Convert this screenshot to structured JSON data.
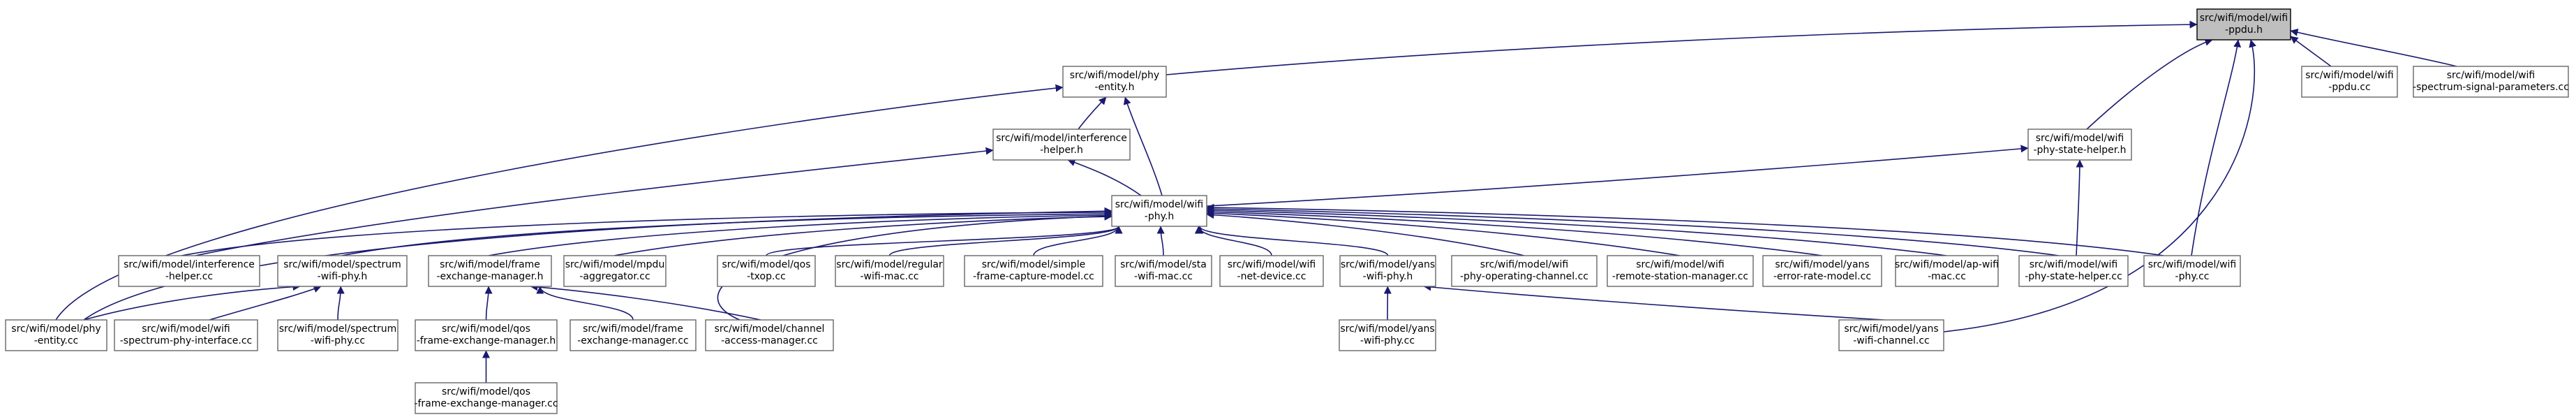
{
  "nodes": {
    "ppdu_h": [
      "src/wifi/model/wifi",
      "-ppdu.h"
    ],
    "phy_entity_h": [
      "src/wifi/model/phy",
      "-entity.h"
    ],
    "ppdu_cc": [
      "src/wifi/model/wifi",
      "-ppdu.cc"
    ],
    "spectrum_signal_params_cc": [
      "src/wifi/model/wifi",
      "-spectrum-signal-parameters.cc"
    ],
    "interference_helper_h": [
      "src/wifi/model/interference",
      "-helper.h"
    ],
    "phy_state_helper_h": [
      "src/wifi/model/wifi",
      "-phy-state-helper.h"
    ],
    "wifi_phy_h": [
      "src/wifi/model/wifi",
      "-phy.h"
    ],
    "interference_helper_cc": [
      "src/wifi/model/interference",
      "-helper.cc"
    ],
    "spectrum_wifi_phy_h": [
      "src/wifi/model/spectrum",
      "-wifi-phy.h"
    ],
    "frame_exchange_manager_h": [
      "src/wifi/model/frame",
      "-exchange-manager.h"
    ],
    "mpdu_aggregator_cc": [
      "src/wifi/model/mpdu",
      "-aggregator.cc"
    ],
    "qos_txop_cc": [
      "src/wifi/model/qos",
      "-txop.cc"
    ],
    "regular_wifi_mac_cc": [
      "src/wifi/model/regular",
      "-wifi-mac.cc"
    ],
    "simple_frame_capture_cc": [
      "src/wifi/model/simple",
      "-frame-capture-model.cc"
    ],
    "sta_wifi_mac_cc": [
      "src/wifi/model/sta",
      "-wifi-mac.cc"
    ],
    "wifi_net_device_cc": [
      "src/wifi/model/wifi",
      "-net-device.cc"
    ],
    "yans_wifi_phy_h": [
      "src/wifi/model/yans",
      "-wifi-phy.h"
    ],
    "phy_operating_channel_cc": [
      "src/wifi/model/wifi",
      "-phy-operating-channel.cc"
    ],
    "remote_station_manager_cc": [
      "src/wifi/model/wifi",
      "-remote-station-manager.cc"
    ],
    "yans_error_rate_cc": [
      "src/wifi/model/yans",
      "-error-rate-model.cc"
    ],
    "ap_wifi_mac_cc": [
      "src/wifi/model/ap-wifi",
      "-mac.cc"
    ],
    "phy_state_helper_cc": [
      "src/wifi/model/wifi",
      "-phy-state-helper.cc"
    ],
    "wifi_phy_cc": [
      "src/wifi/model/wifi",
      "-phy.cc"
    ],
    "phy_entity_cc": [
      "src/wifi/model/phy",
      "-entity.cc"
    ],
    "spectrum_phy_interface_cc": [
      "src/wifi/model/wifi",
      "-spectrum-phy-interface.cc"
    ],
    "spectrum_wifi_phy_cc": [
      "src/wifi/model/spectrum",
      "-wifi-phy.cc"
    ],
    "qos_frame_exchange_manager_h": [
      "src/wifi/model/qos",
      "-frame-exchange-manager.h"
    ],
    "frame_exchange_manager_cc": [
      "src/wifi/model/frame",
      "-exchange-manager.cc"
    ],
    "channel_access_manager_cc": [
      "src/wifi/model/channel",
      "-access-manager.cc"
    ],
    "yans_wifi_channel_cc": [
      "src/wifi/model/yans",
      "-wifi-channel.cc"
    ],
    "yans_wifi_phy_cc": [
      "src/wifi/model/yans",
      "-wifi-phy.cc"
    ],
    "qos_frame_exchange_manager_cc": [
      "src/wifi/model/qos",
      "-frame-exchange-manager.cc"
    ]
  },
  "edges": [
    [
      "phy_entity_h",
      "ppdu_h"
    ],
    [
      "ppdu_cc",
      "ppdu_h"
    ],
    [
      "spectrum_signal_params_cc",
      "ppdu_h"
    ],
    [
      "phy_state_helper_h",
      "ppdu_h"
    ],
    [
      "wifi_phy_cc",
      "ppdu_h"
    ],
    [
      "yans_wifi_channel_cc",
      "ppdu_h"
    ],
    [
      "interference_helper_h",
      "phy_entity_h"
    ],
    [
      "wifi_phy_h",
      "phy_entity_h"
    ],
    [
      "phy_entity_cc",
      "phy_entity_h"
    ],
    [
      "wifi_phy_h",
      "interference_helper_h"
    ],
    [
      "interference_helper_cc",
      "interference_helper_h"
    ],
    [
      "wifi_phy_h",
      "phy_state_helper_h"
    ],
    [
      "phy_state_helper_cc",
      "phy_state_helper_h"
    ],
    [
      "interference_helper_cc",
      "wifi_phy_h"
    ],
    [
      "spectrum_wifi_phy_h",
      "wifi_phy_h"
    ],
    [
      "frame_exchange_manager_h",
      "wifi_phy_h"
    ],
    [
      "mpdu_aggregator_cc",
      "wifi_phy_h"
    ],
    [
      "qos_txop_cc",
      "wifi_phy_h"
    ],
    [
      "regular_wifi_mac_cc",
      "wifi_phy_h"
    ],
    [
      "simple_frame_capture_cc",
      "wifi_phy_h"
    ],
    [
      "sta_wifi_mac_cc",
      "wifi_phy_h"
    ],
    [
      "wifi_net_device_cc",
      "wifi_phy_h"
    ],
    [
      "yans_wifi_phy_h",
      "wifi_phy_h"
    ],
    [
      "phy_operating_channel_cc",
      "wifi_phy_h"
    ],
    [
      "remote_station_manager_cc",
      "wifi_phy_h"
    ],
    [
      "yans_error_rate_cc",
      "wifi_phy_h"
    ],
    [
      "ap_wifi_mac_cc",
      "wifi_phy_h"
    ],
    [
      "phy_state_helper_cc",
      "wifi_phy_h"
    ],
    [
      "wifi_phy_cc",
      "wifi_phy_h"
    ],
    [
      "phy_entity_cc",
      "wifi_phy_h"
    ],
    [
      "channel_access_manager_cc",
      "wifi_phy_h"
    ],
    [
      "phy_entity_cc",
      "spectrum_wifi_phy_h"
    ],
    [
      "spectrum_phy_interface_cc",
      "spectrum_wifi_phy_h"
    ],
    [
      "spectrum_wifi_phy_cc",
      "spectrum_wifi_phy_h"
    ],
    [
      "qos_frame_exchange_manager_h",
      "frame_exchange_manager_h"
    ],
    [
      "frame_exchange_manager_cc",
      "frame_exchange_manager_h"
    ],
    [
      "channel_access_manager_cc",
      "frame_exchange_manager_h"
    ],
    [
      "qos_frame_exchange_manager_cc",
      "qos_frame_exchange_manager_h"
    ],
    [
      "yans_wifi_phy_cc",
      "yans_wifi_phy_h"
    ],
    [
      "yans_wifi_channel_cc",
      "yans_wifi_phy_h"
    ]
  ],
  "colors": {
    "edge": "#191970",
    "node_border": "#666666",
    "root_fill": "#bfbfbf",
    "root_border": "#000000"
  }
}
